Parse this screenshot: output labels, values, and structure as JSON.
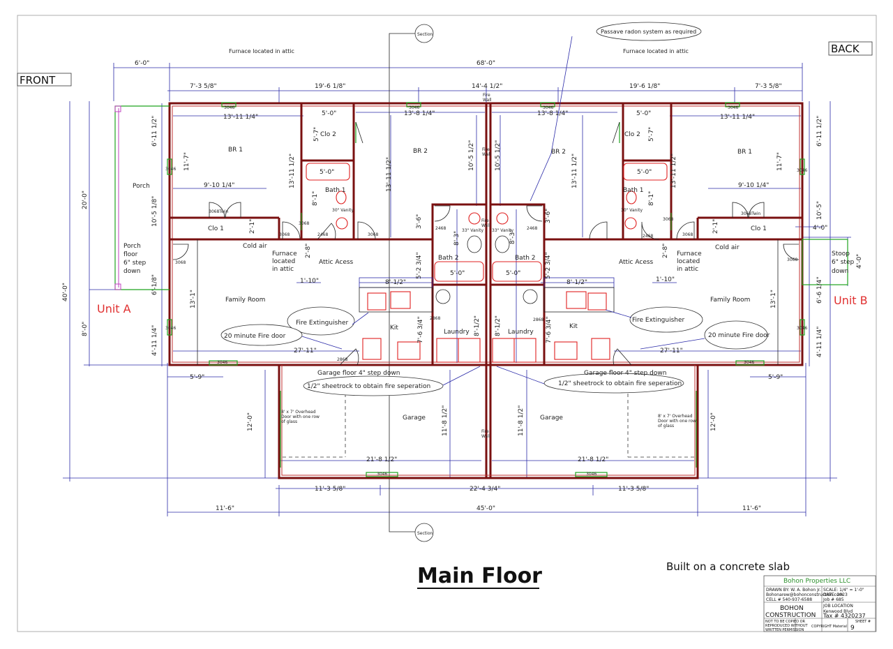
{
  "labels": {
    "front": "FRONT",
    "back": "BACK",
    "furnace_attic_left": "Furnace located in attic",
    "furnace_attic_right": "Furnace located in attic",
    "radon": "Passave radon system as required",
    "section_top": "Section",
    "section_bottom": "Section",
    "unit_a": "Unit A",
    "unit_b": "Unit B",
    "main_floor": "Main Floor",
    "built_on": "Built on a concrete slab"
  },
  "rooms": {
    "br1_left": "BR 1",
    "clo2_left": "Clo 2",
    "br2_left": "BR 2",
    "br2_right": "BR 2",
    "clo2_right": "Clo 2",
    "br1_right": "BR 1",
    "bath1_left": "Bath 1",
    "bath1_right": "Bath 1",
    "clo1_left": "Clo 1",
    "clo1_right": "Clo 1",
    "porch": "Porch",
    "porch_floor_1": "Porch",
    "porch_floor_2": "floor",
    "porch_floor_3": "6\" step",
    "porch_floor_4": "down",
    "cold_air_left": "Cold air",
    "cold_air_right": "Cold air",
    "furnace_l1": "Furnace",
    "furnace_l2": "located",
    "furnace_l3": "in attic",
    "furnace_r1": "Furnace",
    "furnace_r2": "located",
    "furnace_r3": "in attic",
    "attic_left": "Attic Acess",
    "attic_right": "Attic Acess",
    "bath2_left": "Bath 2",
    "bath2_right": "Bath 2",
    "family_left": "Family Room",
    "family_right": "Family Room",
    "kit_left": "Kit",
    "kit_right": "Kit",
    "laundry_left": "Laundry",
    "laundry_right": "Laundry",
    "garage_left": "Garage",
    "garage_right": "Garage",
    "stoop_1": "Stoop",
    "stoop_2": "6\" step",
    "stoop_3": "down",
    "fire_wall_1a": "Fire",
    "fire_wall_1b": "Wall",
    "fire_wall_2a": "Fire",
    "fire_wall_2b": "Wall",
    "fire_wall_3a": "Fire",
    "fire_wall_3b": "Wall",
    "fire_wall_4a": "Fire",
    "fire_wall_4b": "Wall"
  },
  "notes": {
    "fire_ext_left": "Fire Extinguisher",
    "fire_ext_right": "Fire Extinguisher",
    "fire_door_left": "20 minute Fire door",
    "fire_door_right": "20 minute Fire door",
    "garage_step_left": "Garage floor 4\" step down",
    "garage_step_right": "Garage floor 4\" step down",
    "sheetrock_left": "1/2\" sheetrock to obtain fire seperation",
    "sheetrock_right": "1/2\" sheetrock to obtain fire seperation",
    "overhead_l1": "8' x 7' Overhead",
    "overhead_l2": "Door with one row",
    "overhead_l3": "of glass",
    "overhead_r1": "8' x 7' Overhead",
    "overhead_r2": "Door with one row",
    "overhead_r3": "of glass"
  },
  "fixtures": {
    "tub1_left": "5'-0\"",
    "tub1_right": "5'-0\"",
    "tub2_left": "5'-0\"",
    "tub2_right": "5'-0\"",
    "vanity30_left": "30\" Vanity",
    "vanity30_right": "30\" Vanity",
    "vanity33_left": "33\" Vanity",
    "vanity33_right": "33\" Vanity",
    "win_3046": "3046",
    "door_3068": "3068",
    "door_2468": "2468",
    "door_2868": "2868",
    "door_3068twin": "3068Twin"
  },
  "dimensions": {
    "d_6_0": "6'-0\"",
    "d_68_0": "68'-0\"",
    "d_7_3_58_l": "7'-3 5/8\"",
    "d_19_6_18_l": "19'-6 1/8\"",
    "d_14_4_12": "14'-4 1/2\"",
    "d_19_6_18_r": "19'-6 1/8\"",
    "d_7_3_58_r": "7'-3 5/8\"",
    "d_13_11_14_l": "13'-11 1/4\"",
    "d_5_0_l": "5'-0\"",
    "d_13_8_14_l": "13'-8 1/4\"",
    "d_13_8_14_r": "13'-8 1/4\"",
    "d_5_0_r": "5'-0\"",
    "d_13_11_14_r": "13'-11 1/4\"",
    "d_9_10_14_l": "9'-10 1/4\"",
    "d_9_10_14_r": "9'-10 1/4\"",
    "d_6_11_12_l": "6'-11 1/2\"",
    "d_6_11_12_r": "6'-11 1/2\"",
    "d_20_0": "20'-0\"",
    "d_40_0": "40'-0\"",
    "d_8_0": "8'-0\"",
    "d_11_7_l": "11'-7\"",
    "d_11_7_r": "11'-7\"",
    "d_10_5_18": "10'-5 1/8\"",
    "d_10_5": "10'-5\"",
    "d_6_1_8": "6'-1/8\"",
    "d_4_11_14_l": "4'-11 1/4\"",
    "d_4_11_14_r": "4'-11 1/4\"",
    "d_6_6_14": "6'-6 1/4\"",
    "d_13_1_l": "13'-1\"",
    "d_13_1_r": "13'-1\"",
    "d_13_11_12_a": "13'-11 1/2\"",
    "d_13_11_12_b": "13'-11 1/2\"",
    "d_13_11_12_c": "13'-11 1/2\"",
    "d_13_11_12_d": "13'-11 1/2\"",
    "d_10_5_12_l": "10'-5 1/2\"",
    "d_10_5_12_r": "10'-5 1/2\"",
    "d_5_7_l": "5'-7\"",
    "d_5_7_r": "5'-7\"",
    "d_8_1_l": "8'-1\"",
    "d_8_1_r": "8'-1\"",
    "d_2_1_l": "2'-1\"",
    "d_2_1_r": "2'-1\"",
    "d_3_6_l": "3'-6\"",
    "d_3_6_r": "3'-6\"",
    "d_8_3_l": "8'-3\"",
    "d_8_3_r": "8'-3\"",
    "d_2_8_l": "2'-8\"",
    "d_2_8_r": "2'-8\"",
    "d_1_10_l": "1'-10\"",
    "d_1_10_r": "1'-10\"",
    "d_5_2_34_l": "5'-2 3/4\"",
    "d_5_2_34_r": "5'-2 3/4\"",
    "d_8_12_l": "8'-1/2\"",
    "d_8_12_r": "8'-1/2\"",
    "d_7_6_34_l": "7'-6 3/4\"",
    "d_7_6_34_r": "7'-6 3/4\"",
    "d_8_12v_l": "8'-1/2\"",
    "d_8_12v_r": "8'-1/2\"",
    "d_27_11_l": "27'-11\"",
    "d_27_11_r": "27'-11\"",
    "d_4_0": "4'-0\"",
    "d_4_0v": "4'-0\"",
    "d_5_9_l": "5'-9\"",
    "d_5_9_r": "5'-9\"",
    "d_12_0_l": "12'-0\"",
    "d_12_0_r": "12'-0\"",
    "d_11_8_12_a": "11'-8 1/2\"",
    "d_11_8_12_b": "11'-8 1/2\"",
    "d_21_8_12_l": "21'-8 1/2\"",
    "d_21_8_12_r": "21'-8 1/2\"",
    "d_11_3_58_l": "11'-3 5/8\"",
    "d_22_4_34": "22'-4 3/4\"",
    "d_11_3_58_r": "11'-3 5/8\"",
    "d_11_6_l": "11'-6\"",
    "d_45_0": "45'-0\"",
    "d_11_6_r": "11'-6\""
  },
  "title_block": {
    "company": "Bohon Properties LLC",
    "drawn_by": "DRAWN BY:  W. A. Bohon Jr.",
    "email": "Bohonarew@bohonconstruction.com",
    "cell": "CELL #   540-937-6588",
    "scale": "SCALE:  1/4\" = 1'-0\"",
    "date": "DATE:    2023",
    "job": "Job #    685",
    "brand1": "BOHON",
    "brand2": "CONSTRUCTION",
    "job_location": "JOB LOCATION",
    "location1": "Kenwood Blvd",
    "location2": "Tax # 4320237",
    "notice1": "NOT TO BE COPIED OR",
    "notice2": "REPRODUCED WITHOUT",
    "notice3": "WRITTEN PERMISSION",
    "copyright": "COPYRIGHT Material",
    "sheet_label": "SHEET #",
    "sheet_no": "9"
  },
  "colors": {
    "wall": "#7a1010",
    "dimension": "#2a2aa8",
    "window": "#1fa31f",
    "fixture": "#e02020",
    "unit_label": "#e03030"
  }
}
